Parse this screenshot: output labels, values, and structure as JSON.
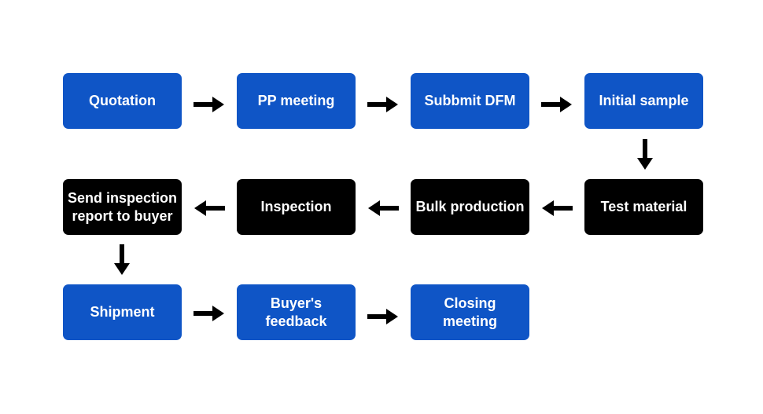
{
  "colors": {
    "blue_step": "#0f55c6",
    "black_step": "#000000",
    "arrow": "#000000"
  },
  "steps": [
    {
      "label": "Quotation",
      "style": "blue"
    },
    {
      "label": "PP meeting",
      "style": "blue"
    },
    {
      "label": "Subbmit DFM",
      "style": "blue"
    },
    {
      "label": "Initial sample",
      "style": "blue"
    },
    {
      "label": "Test material",
      "style": "black"
    },
    {
      "label": "Bulk production",
      "style": "black"
    },
    {
      "label": "Inspection",
      "style": "black"
    },
    {
      "label": "Send inspection\nreport to buyer",
      "style": "black"
    },
    {
      "label": "Shipment",
      "style": "blue"
    },
    {
      "label": "Buyer's\nfeedback",
      "style": "blue"
    },
    {
      "label": "Closing\nmeeting",
      "style": "blue"
    }
  ]
}
